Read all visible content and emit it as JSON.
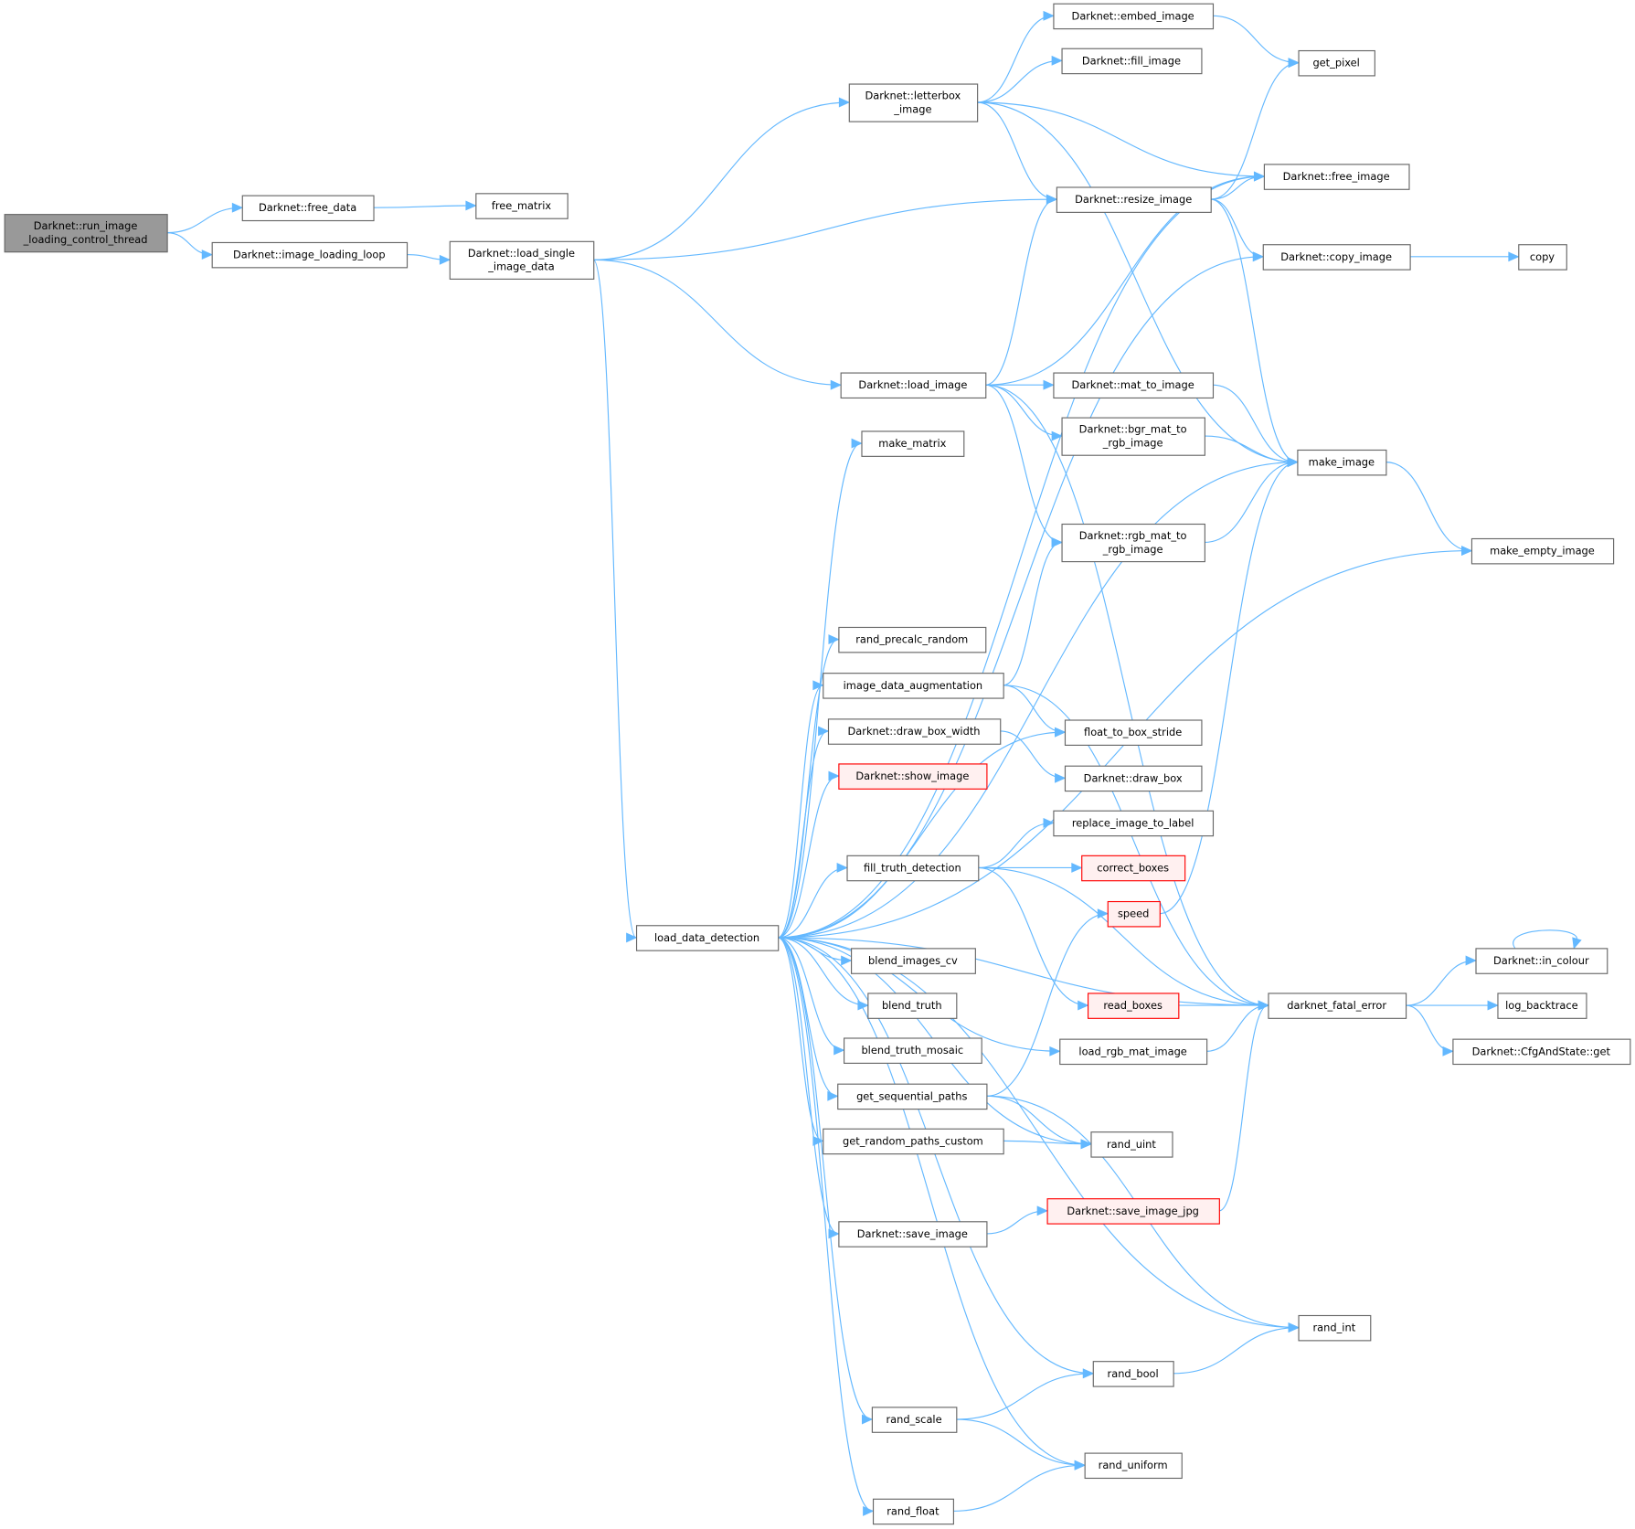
{
  "title": "Call graph of Darknet::run_image_loading_control_thread",
  "colors": {
    "edge": "#63b8ff",
    "node_border": "#666666",
    "root_fill": "#999999",
    "highlight_border": "#ff0000",
    "highlight_fill": "#fff0f0"
  },
  "nodes": [
    {
      "id": "run",
      "label": "Darknet::run_image\n_loading_control_thread",
      "style": "root"
    },
    {
      "id": "free_data",
      "label": "Darknet::free_data"
    },
    {
      "id": "free_matrix",
      "label": "free_matrix"
    },
    {
      "id": "loop",
      "label": "Darknet::image_loading_loop"
    },
    {
      "id": "load_single",
      "label": "Darknet::load_single\n_image_data"
    },
    {
      "id": "letterbox",
      "label": "Darknet::letterbox\n_image"
    },
    {
      "id": "embed",
      "label": "Darknet::embed_image"
    },
    {
      "id": "fill",
      "label": "Darknet::fill_image"
    },
    {
      "id": "get_pixel",
      "label": "get_pixel"
    },
    {
      "id": "free_image",
      "label": "Darknet::free_image"
    },
    {
      "id": "resize",
      "label": "Darknet::resize_image"
    },
    {
      "id": "copy_image",
      "label": "Darknet::copy_image"
    },
    {
      "id": "copy",
      "label": "copy"
    },
    {
      "id": "load_image",
      "label": "Darknet::load_image"
    },
    {
      "id": "mat_to_image",
      "label": "Darknet::mat_to_image"
    },
    {
      "id": "bgr",
      "label": "Darknet::bgr_mat_to\n_rgb_image"
    },
    {
      "id": "make_image",
      "label": "make_image"
    },
    {
      "id": "make_matrix",
      "label": "make_matrix"
    },
    {
      "id": "rgb",
      "label": "Darknet::rgb_mat_to\n_rgb_image"
    },
    {
      "id": "make_empty",
      "label": "make_empty_image"
    },
    {
      "id": "precalc",
      "label": "rand_precalc_random"
    },
    {
      "id": "augment",
      "label": "image_data_augmentation"
    },
    {
      "id": "draw_box_width",
      "label": "Darknet::draw_box_width"
    },
    {
      "id": "float_box",
      "label": "float_to_box_stride"
    },
    {
      "id": "show_image",
      "label": "Darknet::show_image",
      "style": "red"
    },
    {
      "id": "draw_box",
      "label": "Darknet::draw_box"
    },
    {
      "id": "replace",
      "label": "replace_image_to_label"
    },
    {
      "id": "fill_truth",
      "label": "fill_truth_detection"
    },
    {
      "id": "correct",
      "label": "correct_boxes",
      "style": "red"
    },
    {
      "id": "speed",
      "label": "speed",
      "style": "red"
    },
    {
      "id": "ldd",
      "label": "load_data_detection"
    },
    {
      "id": "blend_cv",
      "label": "blend_images_cv"
    },
    {
      "id": "in_colour",
      "label": "Darknet::in_colour"
    },
    {
      "id": "read_boxes",
      "label": "read_boxes",
      "style": "red"
    },
    {
      "id": "fatal",
      "label": "darknet_fatal_error"
    },
    {
      "id": "backtrace",
      "label": "log_backtrace"
    },
    {
      "id": "blend_truth",
      "label": "blend_truth"
    },
    {
      "id": "blend_mosaic",
      "label": "blend_truth_mosaic"
    },
    {
      "id": "load_rgb",
      "label": "load_rgb_mat_image"
    },
    {
      "id": "cfg_get",
      "label": "Darknet::CfgAndState::get"
    },
    {
      "id": "seq_paths",
      "label": "get_sequential_paths"
    },
    {
      "id": "rand_paths",
      "label": "get_random_paths_custom"
    },
    {
      "id": "rand_uint",
      "label": "rand_uint"
    },
    {
      "id": "save_jpg",
      "label": "Darknet::save_image_jpg",
      "style": "red"
    },
    {
      "id": "save_image",
      "label": "Darknet::save_image"
    },
    {
      "id": "rand_int",
      "label": "rand_int"
    },
    {
      "id": "rand_bool",
      "label": "rand_bool"
    },
    {
      "id": "rand_scale",
      "label": "rand_scale"
    },
    {
      "id": "rand_uniform",
      "label": "rand_uniform"
    },
    {
      "id": "rand_float",
      "label": "rand_float"
    }
  ],
  "edges": [
    [
      "run",
      "free_data"
    ],
    [
      "run",
      "loop"
    ],
    [
      "free_data",
      "free_matrix"
    ],
    [
      "loop",
      "load_single"
    ],
    [
      "load_single",
      "letterbox"
    ],
    [
      "load_single",
      "resize"
    ],
    [
      "load_single",
      "load_image"
    ],
    [
      "load_single",
      "ldd"
    ],
    [
      "letterbox",
      "embed"
    ],
    [
      "letterbox",
      "fill"
    ],
    [
      "letterbox",
      "free_image"
    ],
    [
      "letterbox",
      "resize"
    ],
    [
      "letterbox",
      "make_image"
    ],
    [
      "embed",
      "get_pixel"
    ],
    [
      "resize",
      "get_pixel"
    ],
    [
      "resize",
      "free_image"
    ],
    [
      "resize",
      "copy_image"
    ],
    [
      "resize",
      "make_image"
    ],
    [
      "copy_image",
      "copy"
    ],
    [
      "load_image",
      "resize"
    ],
    [
      "load_image",
      "free_image"
    ],
    [
      "load_image",
      "mat_to_image"
    ],
    [
      "load_image",
      "bgr"
    ],
    [
      "load_image",
      "rgb"
    ],
    [
      "load_image",
      "fatal"
    ],
    [
      "mat_to_image",
      "make_image"
    ],
    [
      "bgr",
      "make_image"
    ],
    [
      "rgb",
      "make_image"
    ],
    [
      "make_image",
      "make_empty"
    ],
    [
      "ldd",
      "free_image"
    ],
    [
      "ldd",
      "copy_image"
    ],
    [
      "ldd",
      "make_matrix"
    ],
    [
      "ldd",
      "make_image"
    ],
    [
      "ldd",
      "make_empty"
    ],
    [
      "ldd",
      "precalc"
    ],
    [
      "ldd",
      "augment"
    ],
    [
      "ldd",
      "draw_box_width"
    ],
    [
      "ldd",
      "show_image"
    ],
    [
      "ldd",
      "float_box"
    ],
    [
      "ldd",
      "fill_truth"
    ],
    [
      "ldd",
      "blend_cv"
    ],
    [
      "ldd",
      "blend_truth"
    ],
    [
      "ldd",
      "blend_mosaic"
    ],
    [
      "ldd",
      "load_rgb"
    ],
    [
      "ldd",
      "seq_paths"
    ],
    [
      "ldd",
      "rand_paths"
    ],
    [
      "ldd",
      "rand_uint"
    ],
    [
      "ldd",
      "save_image"
    ],
    [
      "ldd",
      "fatal"
    ],
    [
      "ldd",
      "rand_int"
    ],
    [
      "ldd",
      "rand_bool"
    ],
    [
      "ldd",
      "rand_scale"
    ],
    [
      "ldd",
      "rand_uniform"
    ],
    [
      "ldd",
      "rand_float"
    ],
    [
      "augment",
      "rgb"
    ],
    [
      "augment",
      "float_box"
    ],
    [
      "augment",
      "fatal"
    ],
    [
      "draw_box_width",
      "draw_box"
    ],
    [
      "fill_truth",
      "replace"
    ],
    [
      "fill_truth",
      "correct"
    ],
    [
      "fill_truth",
      "read_boxes"
    ],
    [
      "fill_truth",
      "fatal"
    ],
    [
      "speed",
      "make_image"
    ],
    [
      "read_boxes",
      "fatal"
    ],
    [
      "load_rgb",
      "fatal"
    ],
    [
      "seq_paths",
      "speed"
    ],
    [
      "seq_paths",
      "rand_uint"
    ],
    [
      "seq_paths",
      "rand_int"
    ],
    [
      "rand_paths",
      "rand_uint"
    ],
    [
      "save_image",
      "save_jpg"
    ],
    [
      "save_jpg",
      "fatal"
    ],
    [
      "fatal",
      "in_colour"
    ],
    [
      "fatal",
      "backtrace"
    ],
    [
      "fatal",
      "cfg_get"
    ],
    [
      "in_colour",
      "in_colour"
    ],
    [
      "rand_bool",
      "rand_int"
    ],
    [
      "rand_scale",
      "rand_bool"
    ],
    [
      "rand_scale",
      "rand_uniform"
    ],
    [
      "rand_float",
      "rand_uniform"
    ]
  ]
}
